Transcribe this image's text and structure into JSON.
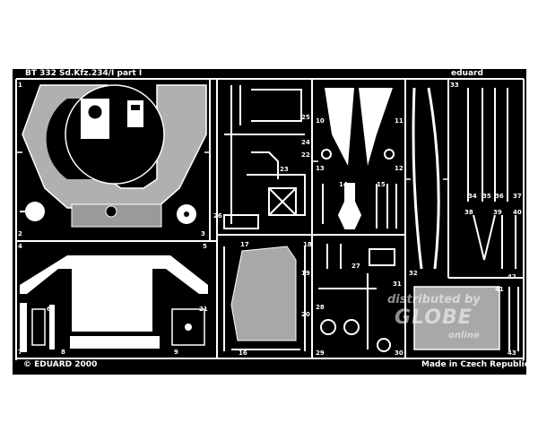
{
  "header": {
    "title": "BT 332  Sd.Kfz.234/I  part I",
    "code": "eduard"
  },
  "footer": {
    "copyright": "© EDUARD 2000",
    "origin": "Made in Czech Republic"
  },
  "watermark": {
    "line1": "distributed by",
    "line2": "GLOBE",
    "line3": "online"
  },
  "part_numbers": [
    "1",
    "2",
    "3",
    "4",
    "5",
    "6",
    "7",
    "8",
    "9",
    "10",
    "11",
    "12",
    "13",
    "14",
    "15",
    "16",
    "17",
    "18",
    "19",
    "20",
    "21",
    "22",
    "23",
    "24",
    "25",
    "26",
    "27",
    "28",
    "29",
    "30",
    "31",
    "32",
    "33",
    "34",
    "35",
    "36",
    "37",
    "38",
    "39",
    "40",
    "41",
    "42",
    "43"
  ],
  "colors": {
    "fret": "#000000",
    "metal": "#ffffff",
    "background": "#ffffff"
  }
}
